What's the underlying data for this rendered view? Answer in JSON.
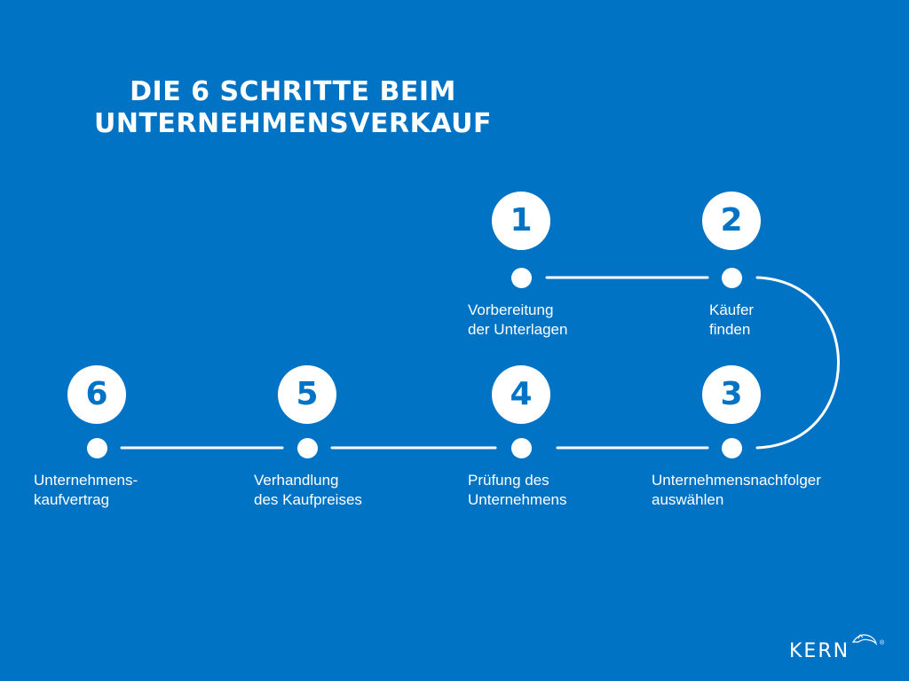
{
  "title": {
    "line1": "DIE 6 SCHRITTE BEIM",
    "line2": "UNTERNEHMENSVERKAUF"
  },
  "colors": {
    "background": "#0073c5",
    "foreground": "#ffffff"
  },
  "steps": [
    {
      "number": "1",
      "label_line1": "Vorbereitung",
      "label_line2": "der Unterlagen"
    },
    {
      "number": "2",
      "label_line1": "Käufer",
      "label_line2": "finden"
    },
    {
      "number": "3",
      "label_line1": "Unternehmensnachfolger",
      "label_line2": "auswählen"
    },
    {
      "number": "4",
      "label_line1": "Prüfung des",
      "label_line2": "Unternehmens"
    },
    {
      "number": "5",
      "label_line1": "Verhandlung",
      "label_line2": "des Kaufpreises"
    },
    {
      "number": "6",
      "label_line1": "Unternehmens-",
      "label_line2": "kaufvertrag"
    }
  ],
  "logo": {
    "text": "KERN",
    "registered": "®",
    "icon": "dolphin-icon"
  }
}
